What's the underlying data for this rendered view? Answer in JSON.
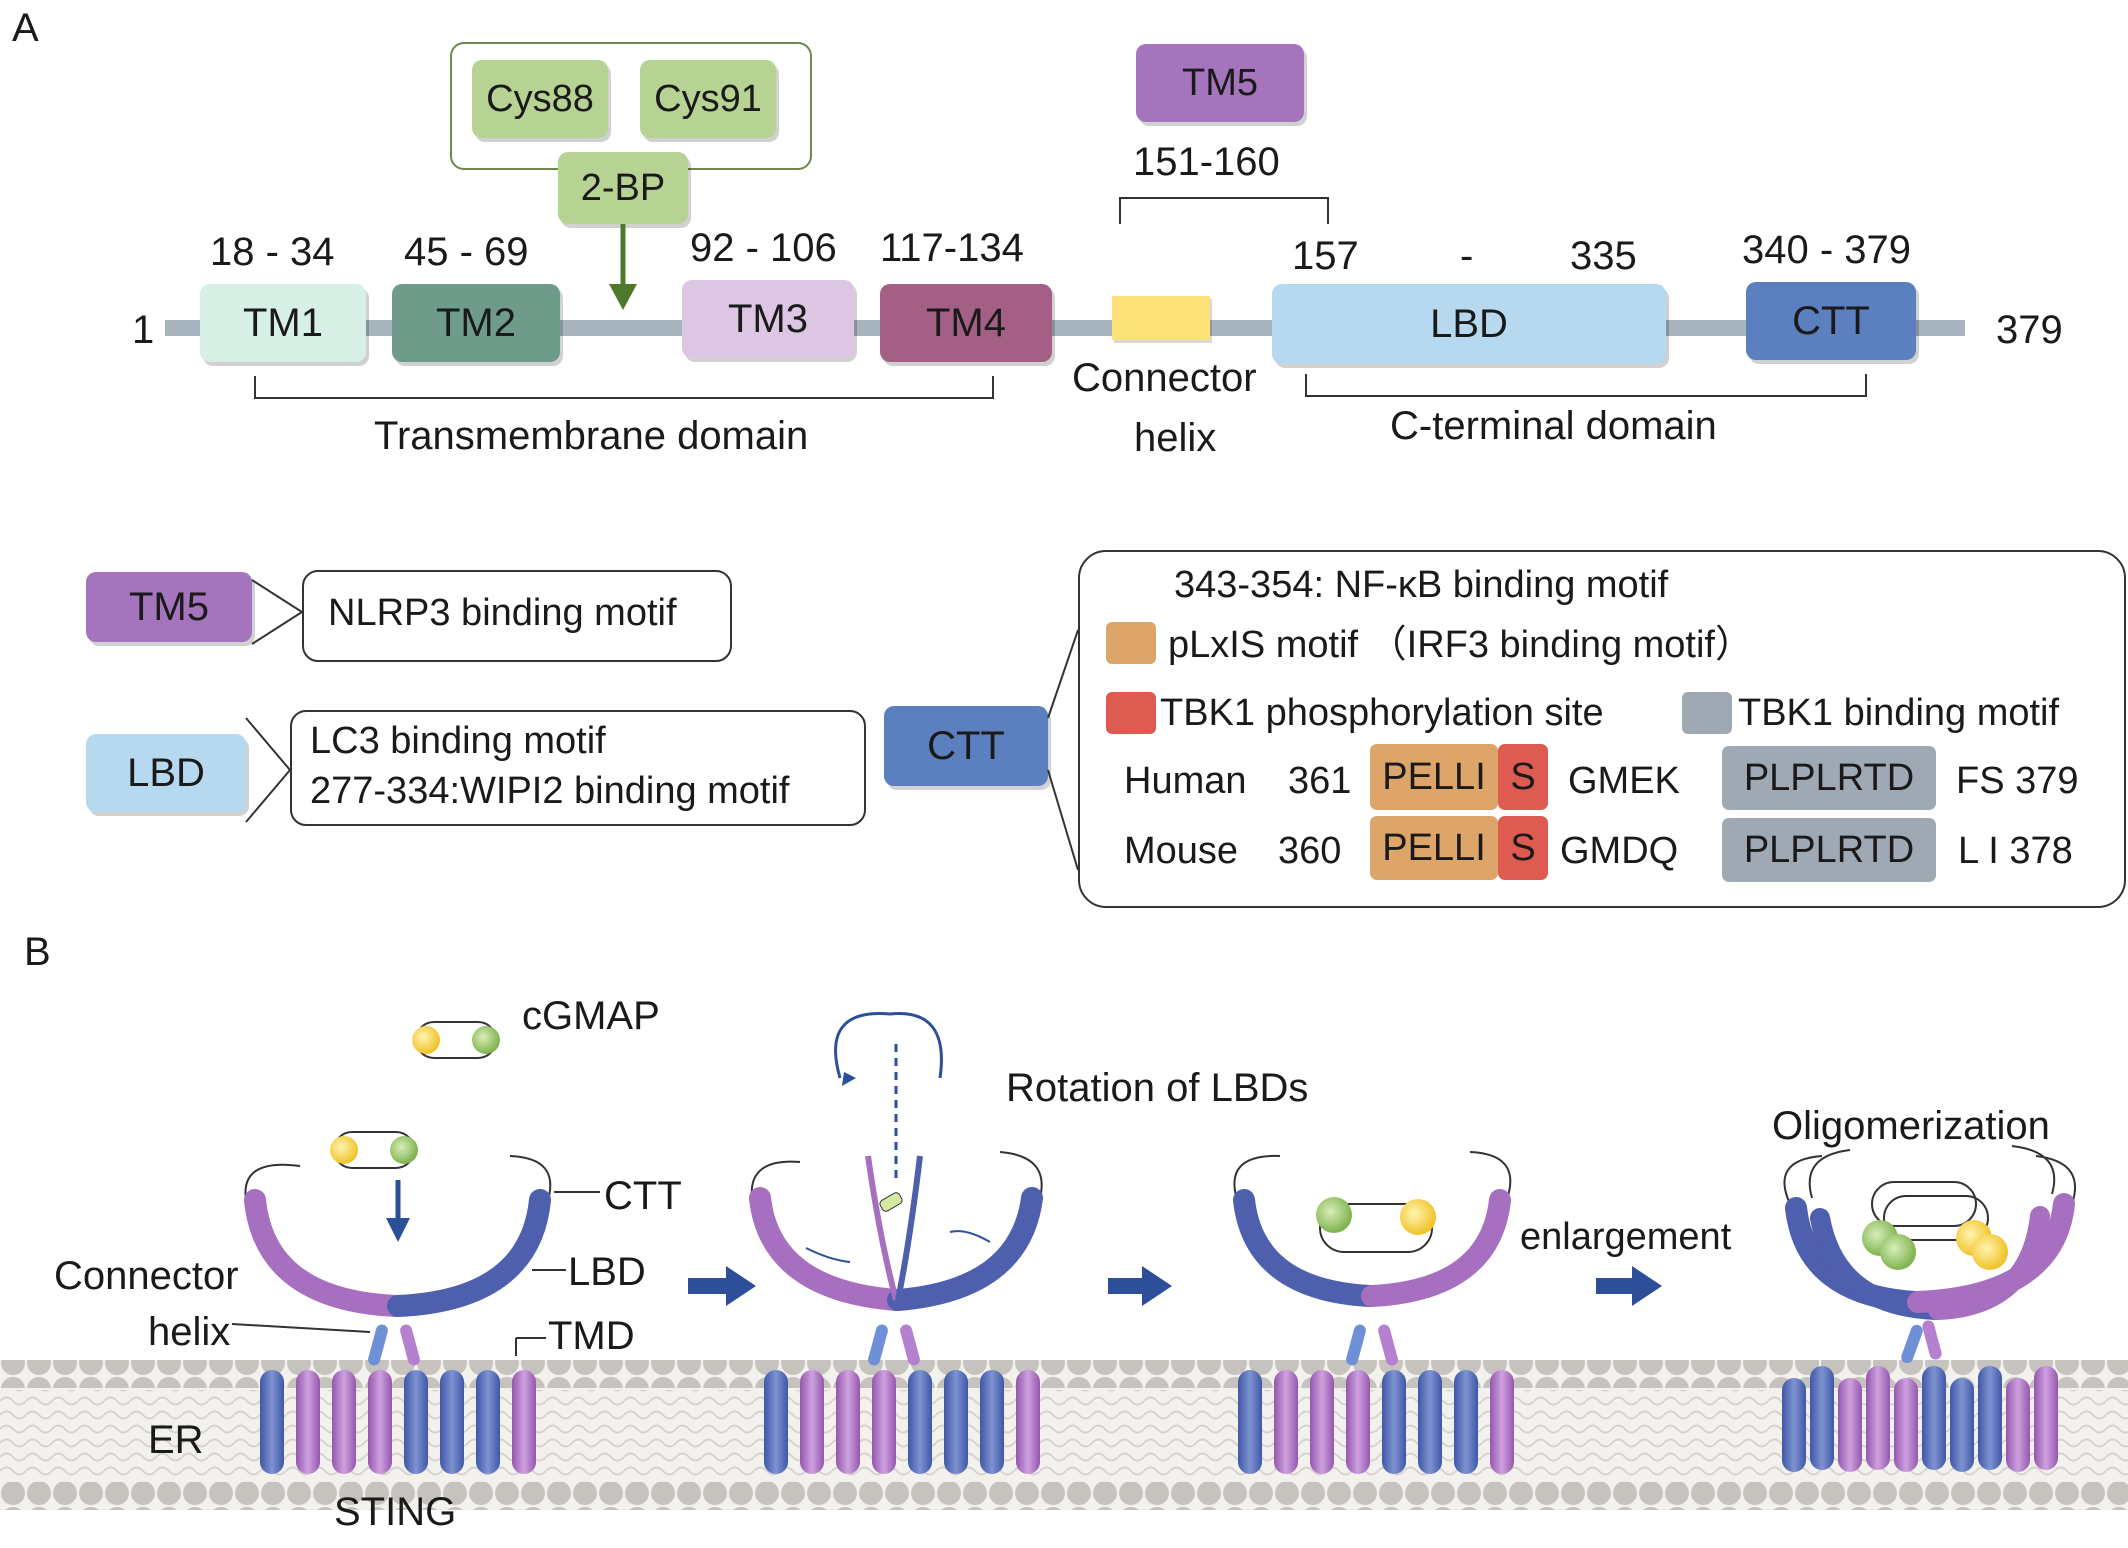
{
  "panel_a": {
    "letter": "A",
    "start": "1",
    "end": "379",
    "tm_ranges": [
      "18 - 34",
      "45 - 69",
      "92 - 106",
      "117-134"
    ],
    "tm_labels": [
      "TM1",
      "TM2",
      "TM3",
      "TM4"
    ],
    "tm5": {
      "label": "TM5",
      "range": "151-160"
    },
    "lbd": {
      "label": "LBD",
      "start": "157",
      "dash": "-",
      "end": "335"
    },
    "ctt": {
      "label": "CTT",
      "range": "340 - 379"
    },
    "cys": [
      "Cys88",
      "Cys91"
    ],
    "two_bp": "2-BP",
    "connector": {
      "line1": "Connector",
      "line2": "helix"
    },
    "tm_domain": "Transmembrane domain",
    "c_terminal_domain": "C-terminal domain",
    "legend": {
      "tm5_label": "TM5",
      "tm5_motif": "NLRP3 binding motif",
      "lbd_label": "LBD",
      "lbd_motif1": "LC3 binding motif",
      "lbd_motif2": "277-334:WIPI2 binding motif",
      "ctt_label": "CTT",
      "nfkb": "343-354:  NF-κB binding motif",
      "plxis": "pLxIS motif （IRF3 binding motif）",
      "tbk1_site": "TBK1 phosphorylation site",
      "tbk1_binding": "TBK1 binding motif",
      "human": {
        "species": "Human",
        "start": "361",
        "pelli": "PELLI",
        "s": "S",
        "mid": "GMEK",
        "plp": "PLPLRTD",
        "tail": "FS 379"
      },
      "mouse": {
        "species": "Mouse",
        "start": "360",
        "pelli": "PELLI",
        "s": "S",
        "mid": "GMDQ",
        "plp": "PLPLRTD",
        "tail": "L I 378"
      }
    }
  },
  "panel_b": {
    "letter": "B",
    "cgmap": "cGMAP",
    "ctt": "CTT",
    "lbd": "LBD",
    "connector1": "Connector",
    "connector2": "helix",
    "tmd": "TMD",
    "er": "ER",
    "sting": "STING",
    "rotation": "Rotation of LBDs",
    "enlargement": "enlargement",
    "oligomerization": "Oligomerization"
  },
  "colors": {
    "tm1": "#d8efe6",
    "tm2": "#6f9c8a",
    "tm3": "#ddc5e4",
    "tm4": "#a45f85",
    "tm5": "#a474bd",
    "connector": "#fde27a",
    "lbd": "#b7d9ef",
    "ctt": "#5b7fbf",
    "cys": "#b7d394",
    "backbone": "#a7b3bd",
    "arrow_green": "#4c7a2a",
    "plxis": "#dda56a",
    "tbk1_site": "#de5b52",
    "tbk1_binding": "#9ea9b4",
    "sting_purple": "#a76fbf",
    "sting_blue": "#4e5fad",
    "membrane": "#c6c2bd"
  }
}
